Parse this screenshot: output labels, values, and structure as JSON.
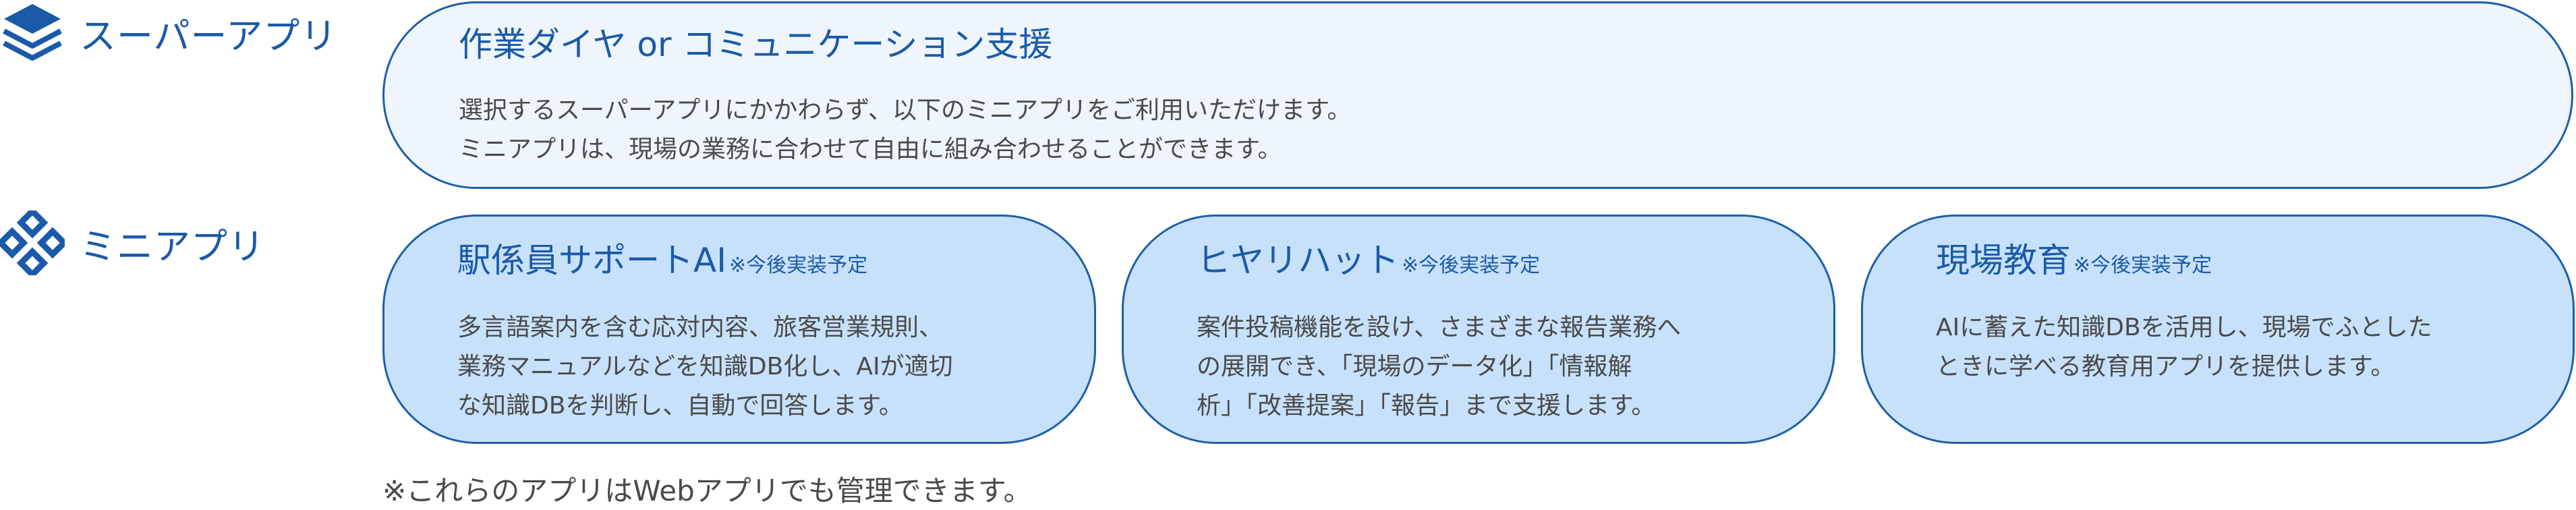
{
  "sidebar": {
    "super_label": "スーパーアプリ",
    "super_icon": "layers-icon",
    "mini_label": "ミニアプリ",
    "mini_icon": "four-diamonds-icon"
  },
  "super_app": {
    "title": "作業ダイヤ or コミュニケーション支援",
    "description_lines": [
      "選択するスーパーアプリにかかわらず、以下のミニアプリをご利用いただけます。",
      "ミニアプリは、現場の業務に合わせて自由に組み合わせることができます。"
    ]
  },
  "mini_apps": [
    {
      "title": "駅係員サポートAI",
      "note": "※今後実装予定",
      "description_lines": [
        "多言語案内を含む応対内容、旅客営業規則、",
        "業務マニュアルなどを知識DB化し、AIが適切",
        "な知識DBを判断し、自動で回答します。"
      ]
    },
    {
      "title": "ヒヤリハット",
      "note": "※今後実装予定",
      "description_lines": [
        "案件投稿機能を設け、さまざまな報告業務へ",
        "の展開でき、「現場のデータ化」「情報解",
        "析」「改善提案」「報告」まで支援します。"
      ]
    },
    {
      "title": "現場教育",
      "note": "※今後実装予定",
      "description_lines": [
        "AIに蓄えた知識DBを活用し、現場でふとした",
        "ときに学べる教育用アプリを提供します。"
      ]
    }
  ],
  "footnote": "※これらのアプリはWebアプリでも管理できます。",
  "colors": {
    "brand_blue": "#1a5aa8",
    "super_fill": "#eef5fc",
    "mini_fill": "#c7e1fa",
    "text": "#4a4a4a"
  }
}
